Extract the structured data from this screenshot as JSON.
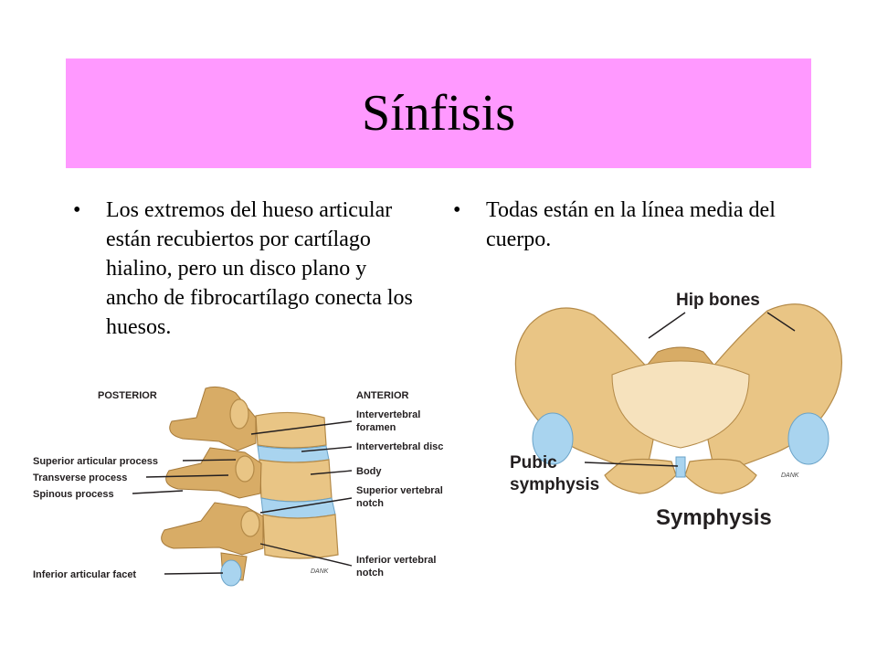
{
  "slide": {
    "title": "Sínfisis",
    "left_bullet": "Los extremos del hueso articular están recubiertos por cartílago hialino, pero un disco plano y ancho de fibrocartílago conecta los huesos.",
    "right_bullet": "Todas están en la línea media del cuerpo.",
    "bullet_glyph": "•"
  },
  "spine_figure": {
    "posterior": "POSTERIOR",
    "anterior": "ANTERIOR",
    "labels": {
      "superior_articular_process": "Superior articular process",
      "transverse_process": "Transverse process",
      "spinous_process": "Spinous process",
      "inferior_articular_facet": "Inferior articular facet",
      "intervertebral_foramen_1": "Intervertebral",
      "intervertebral_foramen_2": "foramen",
      "intervertebral_disc": "Intervertebral disc",
      "body": "Body",
      "superior_vertebral_notch_1": "Superior vertebral",
      "superior_vertebral_notch_2": "notch",
      "inferior_vertebral_notch_1": "Inferior vertebral",
      "inferior_vertebral_notch_2": "notch"
    },
    "signature": "DANK"
  },
  "pelvis_figure": {
    "hip_bones": "Hip bones",
    "pubic_1": "Pubic",
    "pubic_2": "symphysis",
    "caption": "Symphysis",
    "signature": "DANK"
  },
  "colors": {
    "title_band": "#ff99ff",
    "bone": "#e9c585",
    "cartilage": "#a9d4ef"
  }
}
